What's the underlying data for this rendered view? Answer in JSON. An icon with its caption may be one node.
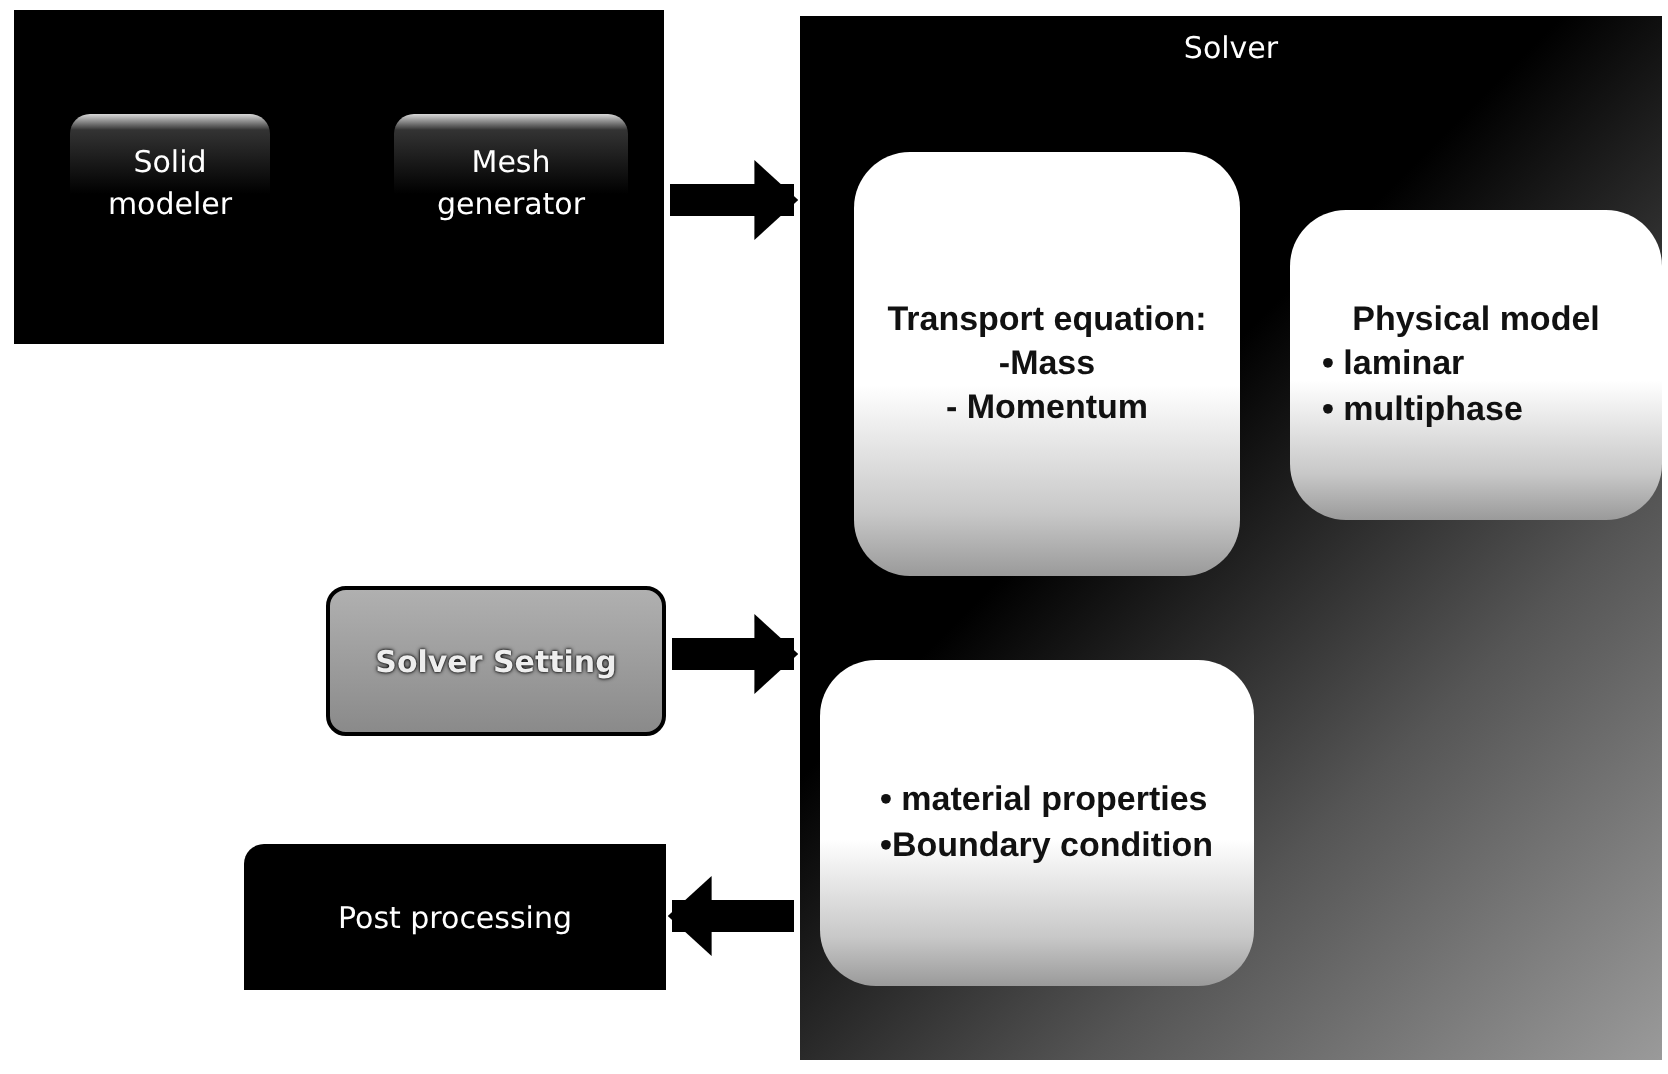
{
  "diagram": {
    "nodes": [
      {
        "text": [],
        "shape": "box"
      },
      {
        "text": [
          "Solid modeler"
        ],
        "in": 0
      },
      {
        "text": [
          "Mesh generator"
        ],
        "in": 0
      },
      {
        "text": [
          "Solver"
        ]
      },
      {
        "text": [
          "Transport equation:",
          "-Mass",
          "- Momentum"
        ],
        "in": 3
      },
      {
        "text": [
          "Physical model",
          "• laminar",
          "• multiphase"
        ],
        "in": 3
      },
      {
        "text": [
          "Solver Setting"
        ]
      },
      {
        "text": [
          "• material properties",
          "•Boundary condition"
        ],
        "in": 3
      },
      {
        "text": [
          "Post processing"
        ]
      }
    ],
    "edges": [
      {
        "from": 0,
        "to": 3,
        "arrow": "to"
      },
      {
        "from": 6,
        "to": 3,
        "arrow": "to"
      },
      {
        "from": 3,
        "to": 8,
        "arrow": "to"
      }
    ]
  }
}
